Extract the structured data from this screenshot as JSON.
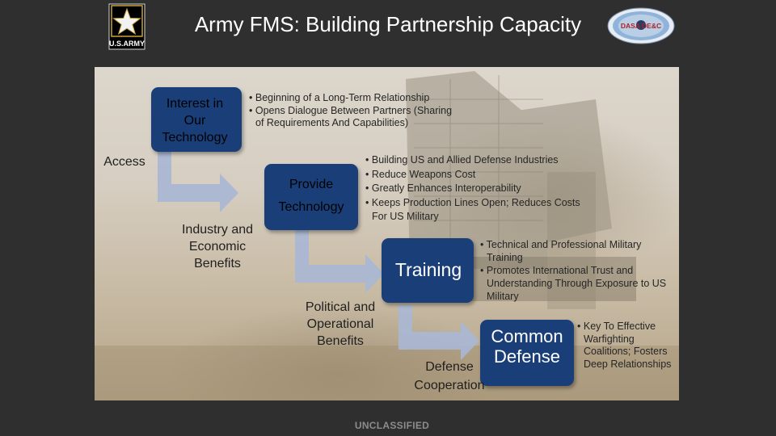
{
  "slide": {
    "title": "Army FMS: Building Partnership Capacity",
    "logo_text": "U.S.ARMY",
    "seal_text": "DASA DE&C",
    "footer": "UNCLASSIFIED"
  },
  "steps": [
    {
      "box_label": "Interest in Our Technology",
      "bullets": [
        "Beginning of a Long-Term Relationship",
        "Opens Dialogue Between Partners (Sharing of Requirements And Capabilities)"
      ]
    },
    {
      "box_label": "Provide Technology",
      "bullets": [
        "Building US and Allied Defense Industries",
        "Reduce Weapons Cost",
        "Greatly Enhances Interoperability",
        "Keeps Production Lines Open; Reduces Costs For US Military"
      ]
    },
    {
      "box_label": "Training",
      "bullets": [
        "Technical and Professional Military Training",
        "Promotes International Trust and Understanding Through Exposure to US Military"
      ]
    },
    {
      "box_label": "Common Defense",
      "bullets": [
        "Key To Effective Warfighting Coalitions; Fosters Deep Relationships"
      ]
    }
  ],
  "arrow_labels": {
    "access": "Access",
    "industry": "Industry and Economic Benefits",
    "political": "Political and Operational Benefits",
    "defense": "Defense Cooperation"
  },
  "colors": {
    "box_blue": "#1a3f78",
    "arrow_fill": "#a9b7d4",
    "background": "#2f2f2f"
  },
  "icons": [
    "army-star-logo",
    "dsca-seal-icon"
  ]
}
